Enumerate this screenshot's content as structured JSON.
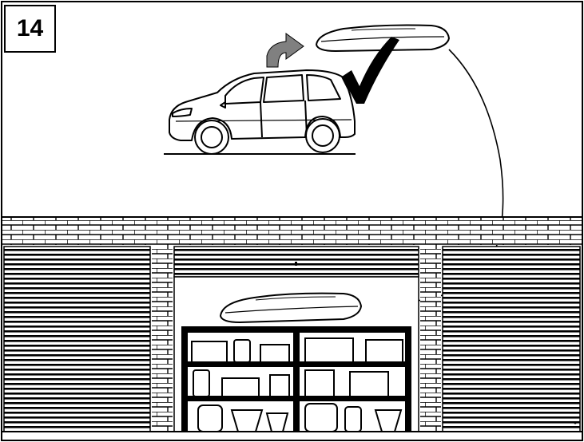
{
  "step": {
    "number": "14"
  },
  "illustration": {
    "car": "minivan",
    "roof_box": "cargo-roof-box",
    "arrow_icon": "curved-arrow-icon",
    "check_icon": "checkmark-icon",
    "storage": "garage-shelving"
  },
  "colors": {
    "line": "#000000",
    "arrow_fill": "#808080",
    "background": "#ffffff"
  }
}
